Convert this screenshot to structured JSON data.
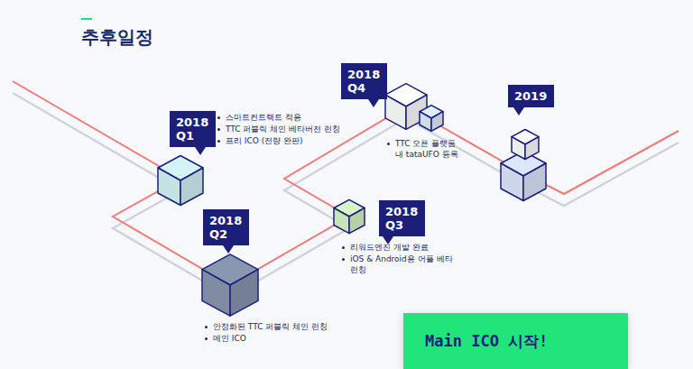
{
  "diagram": {
    "title": "추후일정",
    "nodes": [
      {
        "text": [
          "2018 Q1"
        ]
      },
      {
        "text": [
          "2018 Q2"
        ]
      },
      {
        "text": [
          "2018 Q3"
        ]
      },
      {
        "text": [
          "2018 Q4"
        ]
      },
      {
        "text": [
          "2019"
        ]
      },
      {
        "text": [
          "Main ICO 시작!"
        ]
      }
    ],
    "labels": [
      "스마트컨트랙트 적용",
      "TTC 퍼블릭 체인 베타버전 런칭",
      "프리 ICO (전량 완판)",
      "안정화된 TTC 퍼블릭 체인 런칭",
      "메인 ICO",
      "리워드엔진 개발 완료",
      "iOS & Android용 어플 베타 런칭",
      "TTC 오픈 플랫폼 내 tataUFO 등록"
    ]
  }
}
